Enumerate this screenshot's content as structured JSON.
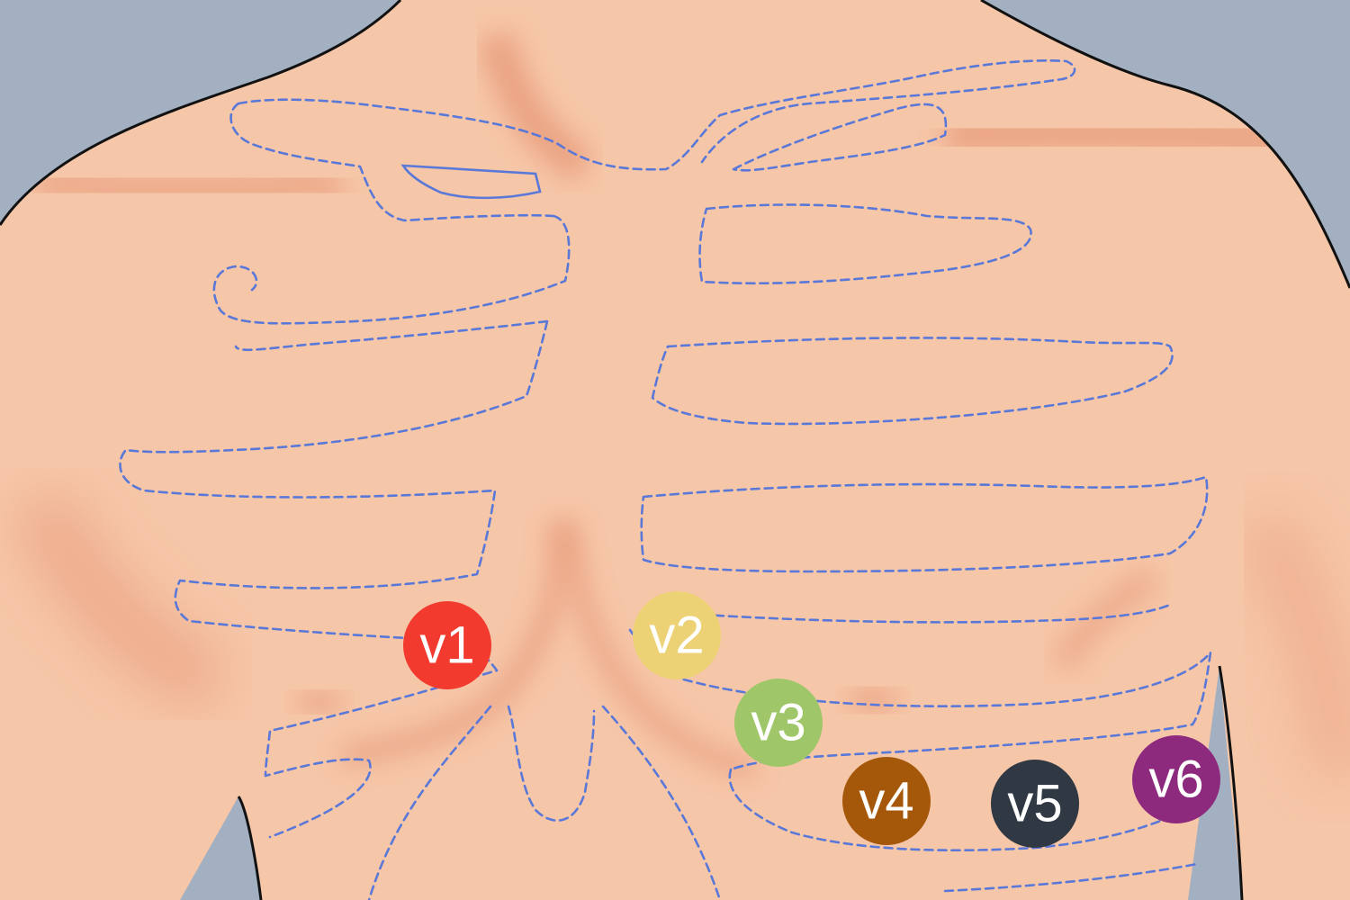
{
  "electrodes": [
    {
      "id": "v1",
      "label": "v1",
      "color": "#f23a2e"
    },
    {
      "id": "v2",
      "label": "v2",
      "color": "#ecd275"
    },
    {
      "id": "v3",
      "label": "v3",
      "color": "#a0c66a"
    },
    {
      "id": "v4",
      "label": "v4",
      "color": "#a5580a"
    },
    {
      "id": "v5",
      "label": "v5",
      "color": "#2f3843"
    },
    {
      "id": "v6",
      "label": "v6",
      "color": "#8e2a7e"
    }
  ],
  "colors": {
    "background": "#a3b0c2",
    "skin": "#f6c6a8",
    "skin_shadow": "#e79a78",
    "outline": "#111111",
    "rib_outline": "#5a78d8"
  }
}
